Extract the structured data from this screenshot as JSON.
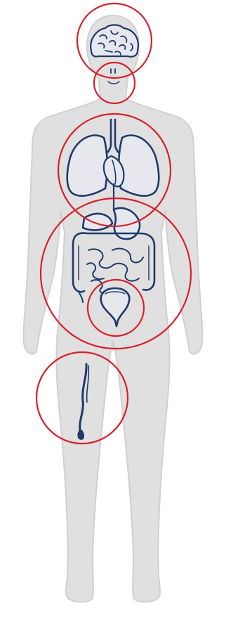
{
  "colors": {
    "background": "#ffffff",
    "body_fill": "#e0e0e0",
    "body_outline": "#cfd0d3",
    "organ_stroke": "#1e3a6b",
    "organ_fill": "#e6e8ee",
    "hotspot_ring": "#d8202a"
  },
  "figure": {
    "description_icon": "human-body-anatomy-icon"
  },
  "hotspots": [
    {
      "id": "brain",
      "icon": "brain-icon"
    },
    {
      "id": "spinal-cord",
      "icon": "neck-spine-icon"
    },
    {
      "id": "lungs-heart",
      "icon": "lungs-heart-icon"
    },
    {
      "id": "abdomen",
      "icon": "digestive-system-icon"
    },
    {
      "id": "bladder",
      "icon": "bladder-icon"
    },
    {
      "id": "leg-vein",
      "icon": "leg-vein-icon"
    }
  ]
}
